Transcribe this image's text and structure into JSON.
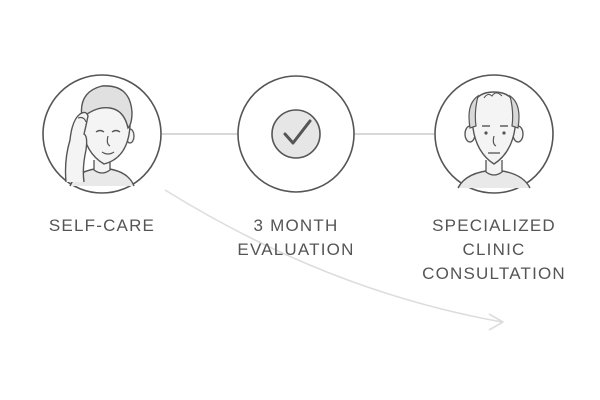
{
  "steps": [
    {
      "lines": [
        "SELF-CARE"
      ],
      "icon": "man-touching-head-icon"
    },
    {
      "lines": [
        "3 MONTH",
        "EVALUATION"
      ],
      "icon": "checkmark-icon"
    },
    {
      "lines": [
        "SPECIALIZED",
        "CLINIC",
        "CONSULTATION"
      ],
      "icon": "balding-man-icon"
    }
  ],
  "colors": {
    "stroke": "#555555",
    "connector": "#cccccc",
    "arrow": "#dddddd",
    "fill": "#e9e9e9",
    "skin": "#f4f4f4",
    "text": "#555555"
  }
}
